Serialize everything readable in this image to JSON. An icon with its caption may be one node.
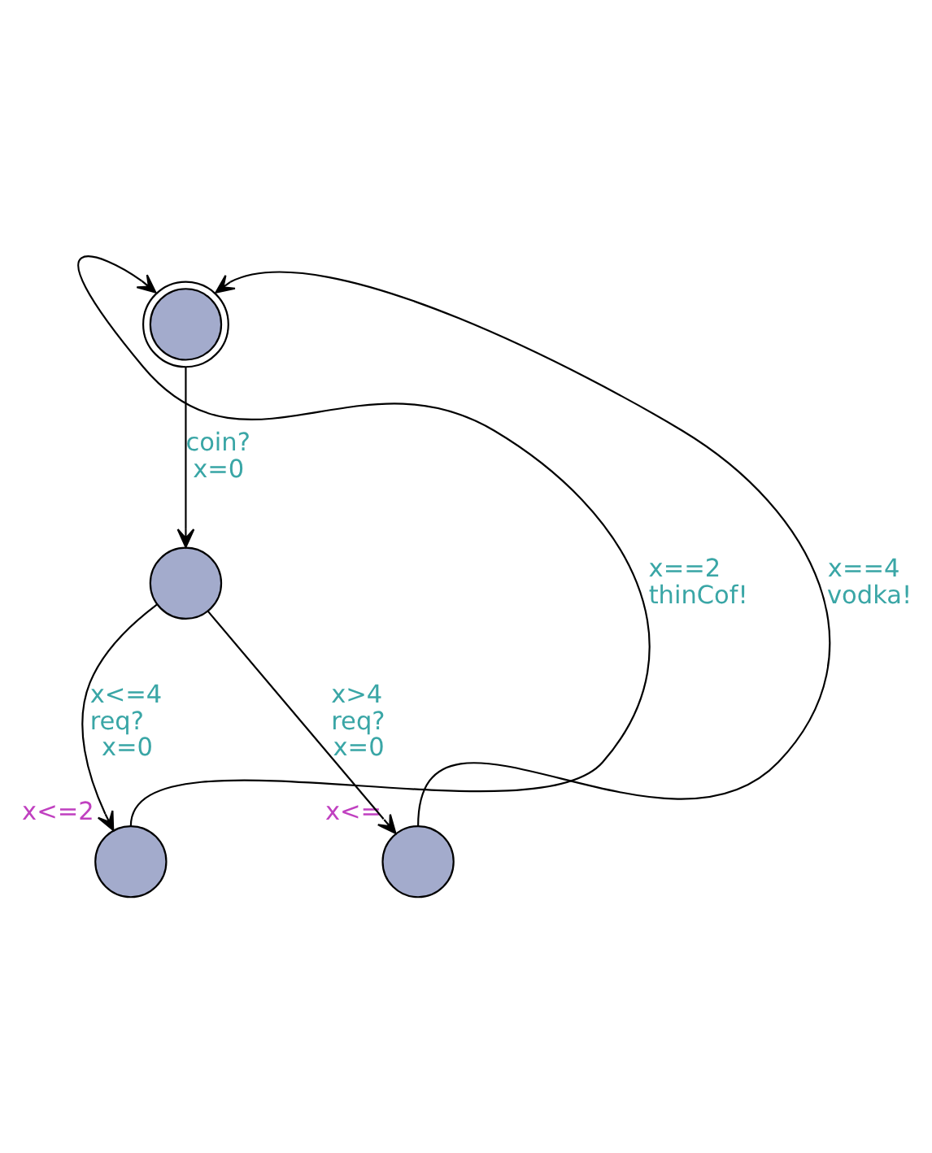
{
  "diagram": {
    "nodes": [
      {
        "text": [],
        "shape": "circle"
      },
      {
        "text": [],
        "shape": "circle"
      },
      {
        "text": [],
        "shape": "circle",
        "beside": [
          "x<=2"
        ]
      },
      {
        "text": [],
        "shape": "circle",
        "beside": [
          "x<="
        ]
      }
    ],
    "edges": [
      {
        "from": 0,
        "to": 1,
        "arrow": "to",
        "label": "coin? x=0"
      },
      {
        "from": 1,
        "to": 2,
        "arrow": "to",
        "label": "x<=4 req? x=0"
      },
      {
        "from": 1,
        "to": 3,
        "arrow": "to",
        "label": "x>4 req? x=0"
      },
      {
        "from": 2,
        "to": 0,
        "arrow": "to",
        "label": "x==2 thinCof!"
      },
      {
        "from": 3,
        "to": 0,
        "arrow": "to",
        "label": "x==4 vodka!"
      }
    ]
  }
}
